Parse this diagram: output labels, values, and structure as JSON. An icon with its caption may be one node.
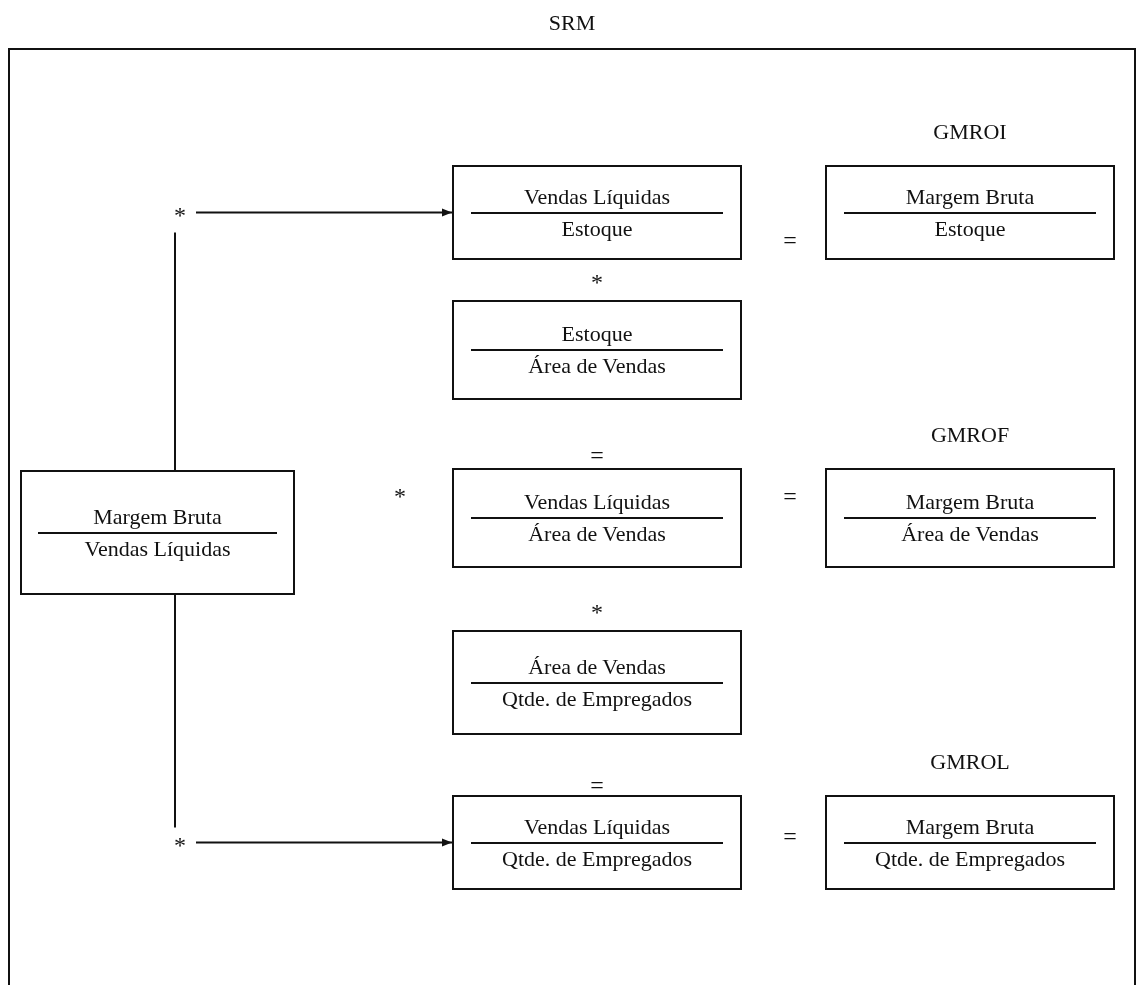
{
  "diagram": {
    "nodes": [
      {
        "text": [
          "SRM"
        ]
      },
      {
        "text": [
          "Margem Bruta",
          "Vendas Líquidas"
        ],
        "in": 0
      },
      {
        "text": [
          "Vendas Líquidas",
          "Estoque"
        ],
        "in": 0
      },
      {
        "text": [
          "GMROI",
          "Margem Bruta",
          "Estoque"
        ],
        "in": 0
      },
      {
        "text": [
          "Estoque",
          "Área de Vendas"
        ],
        "in": 0
      },
      {
        "text": [
          "Vendas Líquidas",
          "Área de Vendas"
        ],
        "in": 0
      },
      {
        "text": [
          "GMROF",
          "Margem Bruta",
          "Área de Vendas"
        ],
        "in": 0
      },
      {
        "text": [
          "Área de Vendas",
          "Qtde. de Empregados"
        ],
        "in": 0
      },
      {
        "text": [
          "Vendas Líquidas",
          "Qtde. de Empregados"
        ],
        "in": 0
      },
      {
        "text": [
          "GMROL",
          "Margem Bruta",
          "Qtde. de Empregados"
        ],
        "in": 0
      }
    ],
    "edges": [
      {
        "from": 1,
        "to": 2,
        "arrow": "to",
        "label": "*"
      },
      {
        "from": 1,
        "to": 8,
        "arrow": "to",
        "label": "*"
      }
    ],
    "labels": [
      "=",
      "*",
      "=",
      "*",
      "=",
      "*",
      "=",
      "="
    ]
  }
}
